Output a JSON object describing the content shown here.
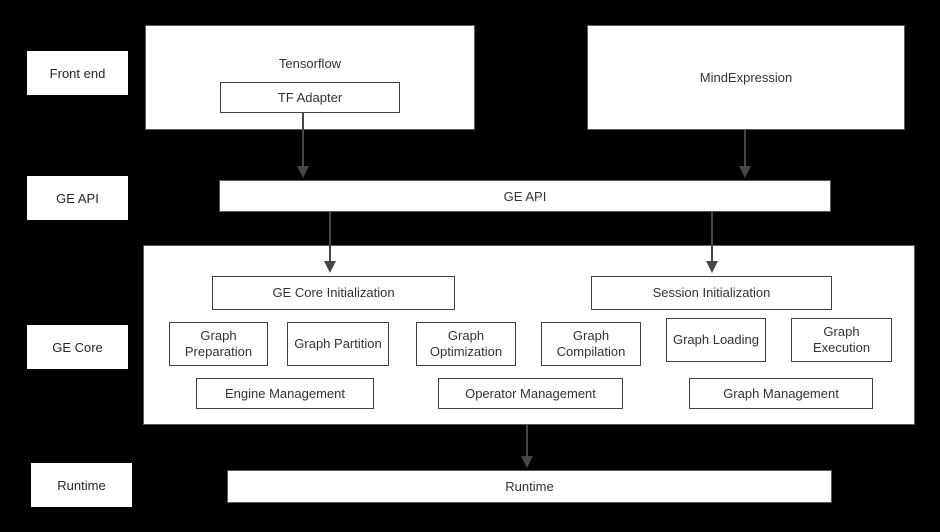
{
  "diagram": {
    "side_labels": [
      {
        "label": "Front end"
      },
      {
        "label": "GE API"
      },
      {
        "label": "GE Core"
      },
      {
        "label": "Runtime"
      }
    ],
    "frontend": {
      "tensorflow": {
        "title": "Tensorflow",
        "adapter_label": "TF Adapter"
      },
      "mindexpression": {
        "title": "MindExpression"
      }
    },
    "ge_api": {
      "label": "GE API"
    },
    "ge_core": {
      "init_boxes": [
        {
          "label": "GE Core Initialization"
        },
        {
          "label": "Session Initialization"
        }
      ],
      "stage_boxes": [
        {
          "label": "Graph Preparation"
        },
        {
          "label": "Graph Partition"
        },
        {
          "label": "Graph Optimization"
        },
        {
          "label": "Graph Compilation"
        },
        {
          "label": "Graph Loading"
        },
        {
          "label": "Graph Execution"
        }
      ],
      "management_boxes": [
        {
          "label": "Engine Management"
        },
        {
          "label": "Operator Management"
        },
        {
          "label": "Graph Management"
        }
      ]
    },
    "runtime": {
      "label": "Runtime"
    }
  },
  "colors": {
    "background": "#000000",
    "box_fill": "#ffffff",
    "outer_border": "#595959",
    "inner_border": "#404040",
    "text": "#333333",
    "arrow": "#474747"
  }
}
